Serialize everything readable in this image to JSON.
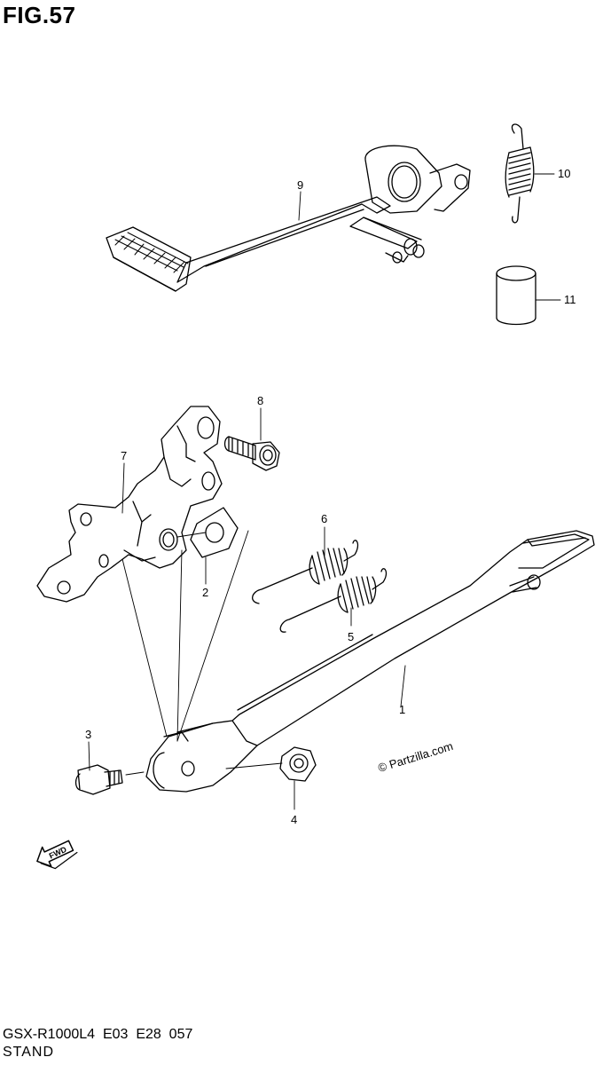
{
  "figure": {
    "title": "FIG.57",
    "code": "GSX-R1000L4  E03  E28  057",
    "name": "STAND",
    "watermark": "© Partzilla.com",
    "direction_label": "FWD"
  },
  "callouts": [
    {
      "id": "1",
      "part": "side stand"
    },
    {
      "id": "2",
      "part": "washer"
    },
    {
      "id": "3",
      "part": "stand bolt"
    },
    {
      "id": "4",
      "part": "nut"
    },
    {
      "id": "5",
      "part": "spring (inner)"
    },
    {
      "id": "6",
      "part": "spring (outer)"
    },
    {
      "id": "7",
      "part": "stand bracket"
    },
    {
      "id": "8",
      "part": "bracket bolt"
    },
    {
      "id": "9",
      "part": "gearshift lever"
    },
    {
      "id": "10",
      "part": "spring"
    },
    {
      "id": "11",
      "part": "bushing"
    }
  ]
}
